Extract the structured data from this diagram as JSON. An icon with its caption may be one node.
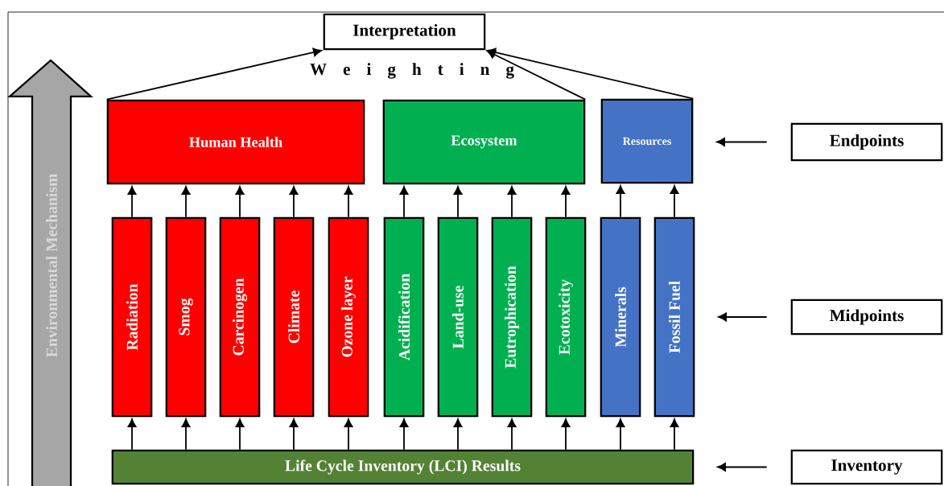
{
  "diagram": {
    "nodes": [
      {
        "text": [
          "Interpretation"
        ]
      },
      {
        "text": [
          "Human Health"
        ]
      },
      {
        "text": [
          "Ecosystem"
        ]
      },
      {
        "text": [
          "Resources"
        ]
      },
      {
        "text": [
          "Radiation"
        ]
      },
      {
        "text": [
          "Smog"
        ]
      },
      {
        "text": [
          "Carcinogen"
        ]
      },
      {
        "text": [
          "Climate"
        ]
      },
      {
        "text": [
          "Ozone layer"
        ]
      },
      {
        "text": [
          "Acidification"
        ]
      },
      {
        "text": [
          "Land-use"
        ]
      },
      {
        "text": [
          "Eutrophication"
        ]
      },
      {
        "text": [
          "Ecotoxicity"
        ]
      },
      {
        "text": [
          "Minerals"
        ]
      },
      {
        "text": [
          "Fossil Fuel"
        ]
      },
      {
        "text": [
          "Life Cycle Inventory (LCI) Results"
        ]
      },
      {
        "text": [
          "Endpoints"
        ]
      },
      {
        "text": [
          "Midpoints"
        ]
      },
      {
        "text": [
          "Inventory"
        ]
      },
      {
        "text": [
          "Environmental Mechanism"
        ]
      }
    ],
    "edges": [
      {
        "from": 15,
        "to": 4,
        "arrow": "to"
      },
      {
        "from": 15,
        "to": 5,
        "arrow": "to"
      },
      {
        "from": 15,
        "to": 6,
        "arrow": "to"
      },
      {
        "from": 15,
        "to": 7,
        "arrow": "to"
      },
      {
        "from": 15,
        "to": 8,
        "arrow": "to"
      },
      {
        "from": 15,
        "to": 9,
        "arrow": "to"
      },
      {
        "from": 15,
        "to": 10,
        "arrow": "to"
      },
      {
        "from": 15,
        "to": 11,
        "arrow": "to"
      },
      {
        "from": 15,
        "to": 12,
        "arrow": "to"
      },
      {
        "from": 15,
        "to": 13,
        "arrow": "to"
      },
      {
        "from": 15,
        "to": 14,
        "arrow": "to"
      },
      {
        "from": 4,
        "to": 1,
        "arrow": "to"
      },
      {
        "from": 5,
        "to": 1,
        "arrow": "to"
      },
      {
        "from": 6,
        "to": 1,
        "arrow": "to"
      },
      {
        "from": 7,
        "to": 1,
        "arrow": "to"
      },
      {
        "from": 8,
        "to": 1,
        "arrow": "to"
      },
      {
        "from": 9,
        "to": 2,
        "arrow": "to"
      },
      {
        "from": 10,
        "to": 2,
        "arrow": "to"
      },
      {
        "from": 11,
        "to": 2,
        "arrow": "to"
      },
      {
        "from": 12,
        "to": 2,
        "arrow": "to"
      },
      {
        "from": 13,
        "to": 3,
        "arrow": "to"
      },
      {
        "from": 14,
        "to": 3,
        "arrow": "to"
      },
      {
        "from": 1,
        "to": 0,
        "arrow": "to"
      },
      {
        "from": 2,
        "to": 0,
        "arrow": "to"
      },
      {
        "from": 3,
        "to": 0,
        "arrow": "to"
      },
      {
        "from": 16,
        "to": 3,
        "arrow": "to"
      },
      {
        "from": 17,
        "to": 14,
        "arrow": "to"
      },
      {
        "from": 18,
        "to": 15,
        "arrow": "to"
      }
    ],
    "labels": [
      "W e i g h t i n g"
    ]
  }
}
